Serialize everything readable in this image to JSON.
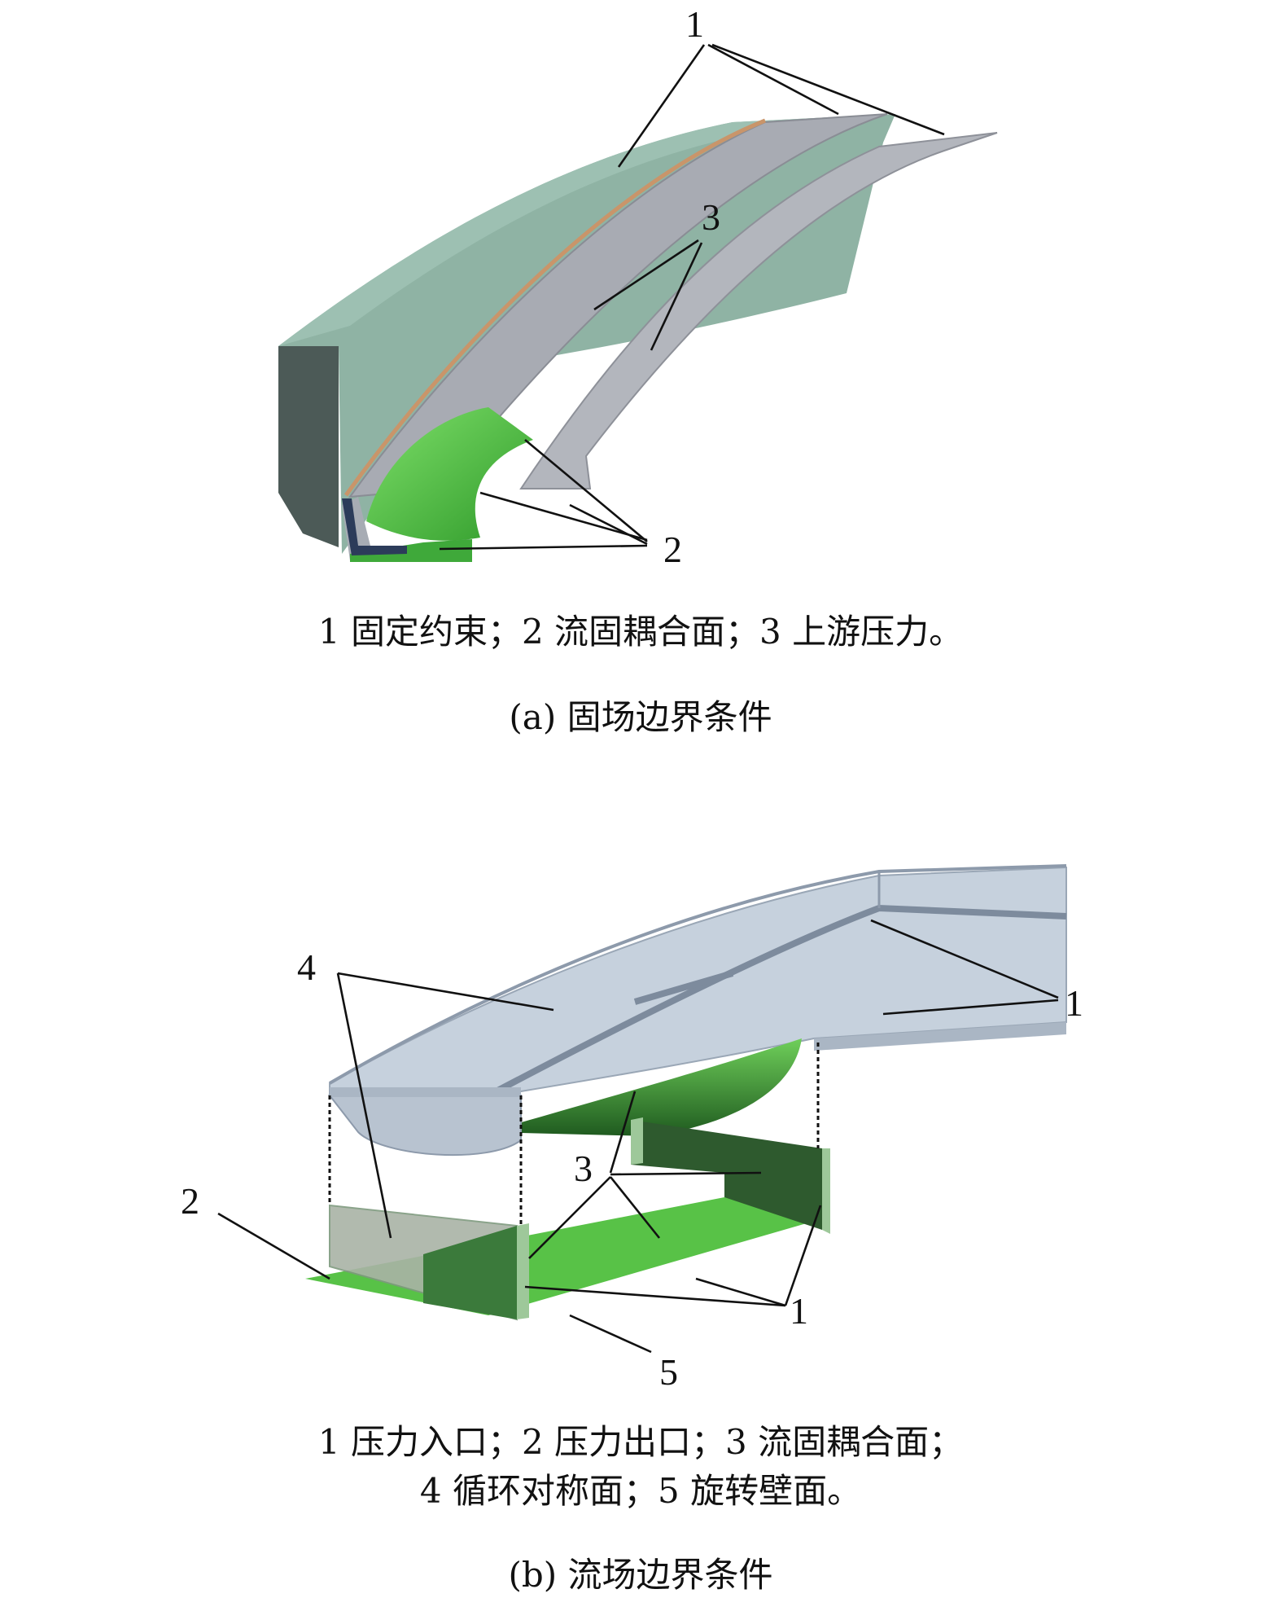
{
  "panel_a": {
    "labels": {
      "l1": "1",
      "l2": "2",
      "l3": "3"
    },
    "legend": "1 固定约束；2 流固耦合面；3 上游压力。",
    "caption": "(a) 固场边界条件",
    "colors": {
      "mesh_green": "#8fb3a4",
      "side_dark": "#4c5a57",
      "blade_gray": "#a8abb3",
      "bright_green": "#4cc23c"
    }
  },
  "panel_b": {
    "labels": {
      "l1a": "1",
      "l1b": "1",
      "l2": "2",
      "l3": "3",
      "l4": "4",
      "l5": "5"
    },
    "legend_line1": "1 压力入口；2 压力出口；3 流固耦合面；",
    "legend_line2": "4 循环对称面；5 旋转壁面。",
    "caption": "(b) 流场边界条件",
    "colors": {
      "fluid_blue": "#c6d1dd",
      "plate_green": "#58c247",
      "wall_dark_green": "#2e5a2e",
      "wall_light_green": "#9ec89a"
    }
  }
}
